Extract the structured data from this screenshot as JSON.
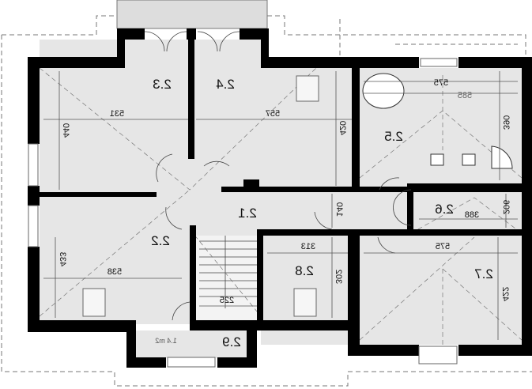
{
  "plan": {
    "title": "Floor plan - attic level",
    "wall_color": "#000000",
    "floor_color": "#e6e6e6",
    "rooms": [
      {
        "id": "2.1"
      },
      {
        "id": "2.2"
      },
      {
        "id": "2.3"
      },
      {
        "id": "2.4"
      },
      {
        "id": "2.5"
      },
      {
        "id": "2.6"
      },
      {
        "id": "2.7"
      },
      {
        "id": "2.8"
      },
      {
        "id": "2.9"
      }
    ],
    "dimensions": {
      "d531": "531",
      "d557": "557",
      "d440": "440",
      "d420": "420",
      "d575a": "575",
      "d585": "585",
      "d390": "390",
      "d140": "140",
      "d388": "388",
      "d206": "206",
      "d313": "313",
      "d302": "302",
      "d575b": "575",
      "d422": "422",
      "d538": "538",
      "d433": "433",
      "d225": "225"
    },
    "area_label": "1.4 m2"
  }
}
